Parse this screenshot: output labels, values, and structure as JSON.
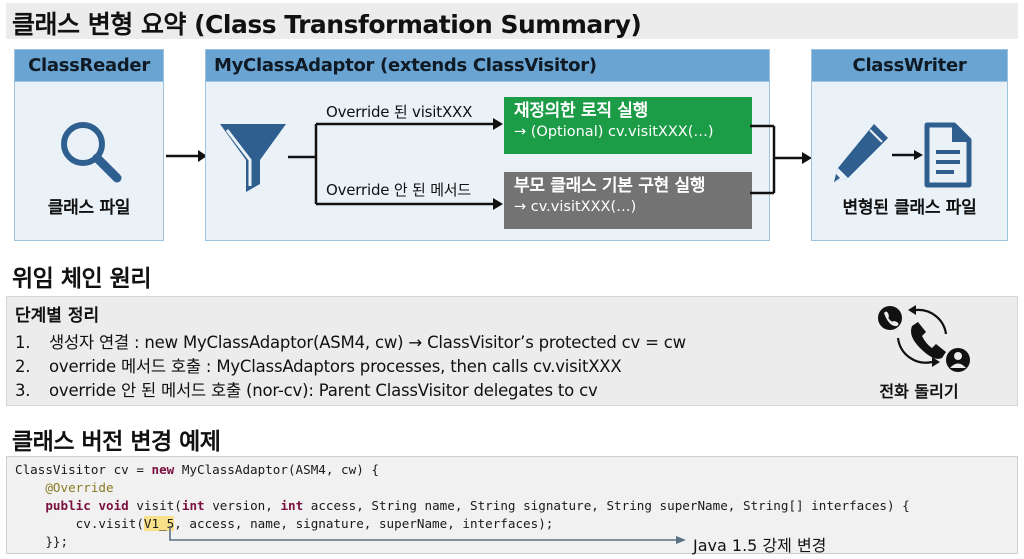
{
  "header": {
    "title": "클래스 변형 요약 (Class Transformation Summary)"
  },
  "flow": {
    "reader": {
      "title": "ClassReader",
      "caption": "클래스 파일",
      "icon": "magnifier-icon"
    },
    "adaptor": {
      "title": "MyClassAdaptor (extends ClassVisitor)",
      "icon": "funnel-icon",
      "branches": [
        {
          "label": "Override 된 visitXXX",
          "result_title": "재정의한 로직 실행",
          "result_detail": "→ (Optional) cv.visitXXX(…)",
          "color": "#1d9c48"
        },
        {
          "label": "Override 안 된 메서드",
          "result_title": "부모 클래스 기본 구현 실행",
          "result_detail": "→ cv.visitXXX(…)",
          "color": "#737373"
        }
      ]
    },
    "writer": {
      "title": "ClassWriter",
      "caption": "변형된 클래스 파일",
      "icons": [
        "pencil-icon",
        "arrow-icon",
        "document-icon"
      ]
    },
    "accent_color": "#6aa4d2",
    "icon_color": "#2f5f8f"
  },
  "delegation": {
    "title": "위임 체인 원리",
    "panel_title": "단계별 정리",
    "steps": [
      {
        "num": "1.",
        "text": "생성자 연결 : new MyClassAdaptor(ASM4, cw) → ClassVisitor’s protected cv = cw"
      },
      {
        "num": "2.",
        "text": "override 메서드 호출 : MyClassAdaptors processes, then calls cv.visitXXX"
      },
      {
        "num": "3.",
        "text": "override 안 된 메서드 호출 (nor-cv): Parent ClassVisitor delegates to cv"
      }
    ],
    "illustration": {
      "icon": "call-forwarding-icon",
      "caption": "전화 돌리기"
    }
  },
  "example": {
    "title": "클래스 버전 변경 예제",
    "code": {
      "line1_a": "ClassVisitor cv = ",
      "line1_kw": "new",
      "line1_b": " MyClassAdaptor(ASM4, cw) {",
      "line2": "    @Override",
      "line3_kw1": "public",
      "line3_kw2": "void",
      "line3_a": " visit(",
      "line3_kw3": "int",
      "line3_b": " version, ",
      "line3_kw4": "int",
      "line3_c": " access, String name, String signature, String superName, String[] interfaces) {",
      "line4_a": "        cv.visit(",
      "line4_hl": "V1_5",
      "line4_b": ", access, name, signature, superName, interfaces);",
      "line5": "    }};"
    },
    "annotation": "Java 1.5 강제 변경"
  }
}
